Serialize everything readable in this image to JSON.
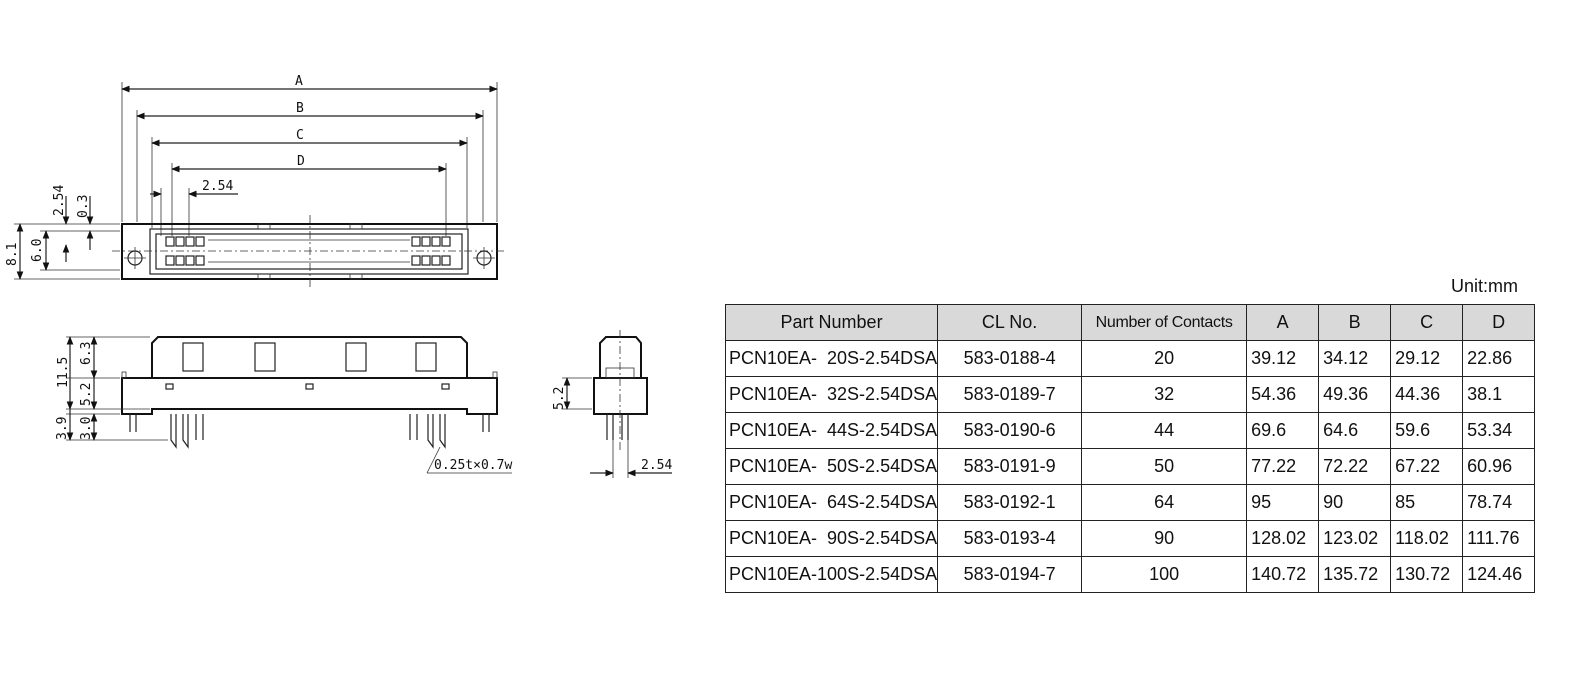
{
  "drawing": {
    "dims": {
      "A": "A",
      "B": "B",
      "C": "C",
      "D": "D",
      "pitch_top": "2.54",
      "v_2_54": "2.54",
      "v_0_3": "0.3",
      "v_8_1": "8.1",
      "v_6_0": "6.0",
      "v_11_5": "11.5",
      "v_6_3": "6.3",
      "v_5_2": "5.2",
      "v_3_9": "3.9",
      "v_3_0": "3.0",
      "pin": "0.25t×0.7w",
      "side_5_2": "5.2",
      "side_2_54": "2.54"
    }
  },
  "table": {
    "unit": "Unit:mm",
    "headers": [
      "Part Number",
      "CL No.",
      "Number of Contacts",
      "A",
      "B",
      "C",
      "D"
    ],
    "rows": [
      [
        "PCN10EA-  20S-2.54DSA",
        "583-0188-4",
        "20",
        "39.12",
        "34.12",
        "29.12",
        "22.86"
      ],
      [
        "PCN10EA-  32S-2.54DSA",
        "583-0189-7",
        "32",
        "54.36",
        "49.36",
        "44.36",
        "38.1"
      ],
      [
        "PCN10EA-  44S-2.54DSA",
        "583-0190-6",
        "44",
        "69.6",
        "64.6",
        "59.6",
        "53.34"
      ],
      [
        "PCN10EA-  50S-2.54DSA",
        "583-0191-9",
        "50",
        "77.22",
        "72.22",
        "67.22",
        "60.96"
      ],
      [
        "PCN10EA-  64S-2.54DSA",
        "583-0192-1",
        "64",
        "95",
        "90",
        "85",
        "78.74"
      ],
      [
        "PCN10EA-  90S-2.54DSA",
        "583-0193-4",
        "90",
        "128.02",
        "123.02",
        "118.02",
        "111.76"
      ],
      [
        "PCN10EA-100S-2.54DSA",
        "583-0194-7",
        "100",
        "140.72",
        "135.72",
        "130.72",
        "124.46"
      ]
    ]
  }
}
